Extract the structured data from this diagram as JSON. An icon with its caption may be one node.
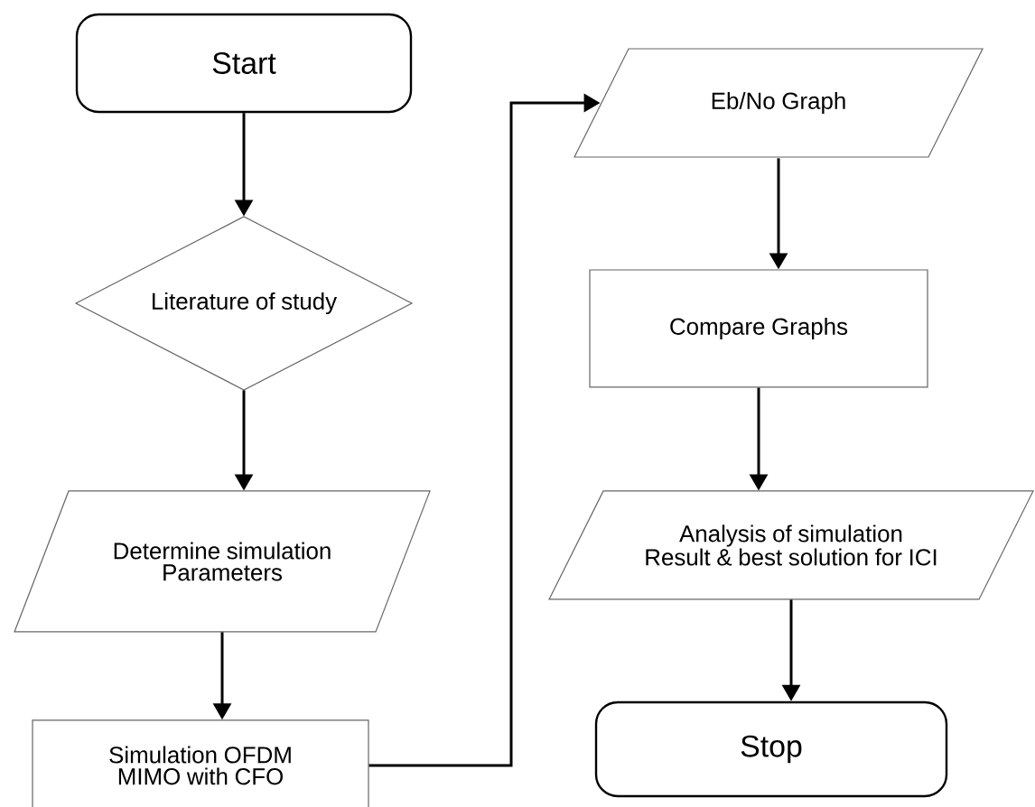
{
  "diagram": {
    "nodes": [
      {
        "text": [
          "Start"
        ]
      },
      {
        "text": [
          "Literature of study"
        ]
      },
      {
        "text": [
          "Determine simulation Parameters"
        ]
      },
      {
        "text": [
          "Simulation OFDM MIMO with CFO"
        ]
      },
      {
        "text": [
          "Eb/No Graph"
        ]
      },
      {
        "text": [
          "Compare Graphs"
        ]
      },
      {
        "text": [
          "Analysis of simulation Result & best solution for ICI"
        ]
      },
      {
        "text": [
          "Stop"
        ]
      }
    ],
    "edges": [
      {
        "from": 0,
        "to": 1,
        "arrow": "to"
      },
      {
        "from": 1,
        "to": 2,
        "arrow": "to"
      },
      {
        "from": 2,
        "to": 3,
        "arrow": "to"
      },
      {
        "from": 3,
        "to": 4,
        "arrow": "to"
      },
      {
        "from": 4,
        "to": 5,
        "arrow": "to"
      },
      {
        "from": 5,
        "to": 6,
        "arrow": "to"
      },
      {
        "from": 6,
        "to": 7,
        "arrow": "to"
      }
    ]
  }
}
